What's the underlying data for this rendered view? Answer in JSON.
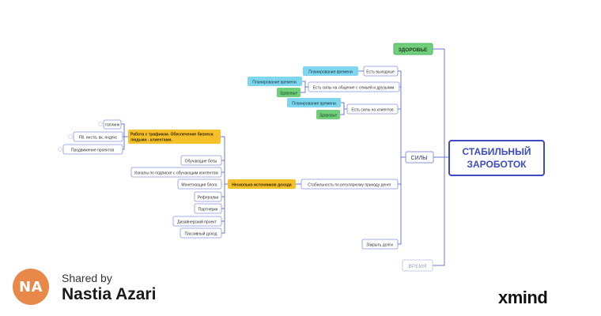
{
  "mindmap": {
    "central": "СТАБИЛЬНЫЙ ЗАРОБОТОК",
    "branches": {
      "health": "ЗДОРОВЬЕ",
      "strength": "СИЛЫ",
      "time": "ВРЕМЯ"
    },
    "strength_items": {
      "weekends": "Есть выходные",
      "family": "Есть силы на общение с семьей и друзьями",
      "clients": "Есть силы на клиентов",
      "stability": "Стабильность по регулярному приходу денег",
      "debts": "Закрыть долги"
    },
    "tags": {
      "time_planning": "Планирование времени",
      "health": "Здоровье"
    },
    "stability_node": "Несколько источников дохода",
    "income_sources": {
      "traffic": "Работа с трафиком. Обеспечение бизнеса людьми - клиентами.",
      "bots": "Обучающие боты",
      "channels": "Каналы по подписке с обучающим контентом",
      "blog": "Монетизация блога",
      "referrals": "Рефералки",
      "partners": "Партнерки",
      "design": "Дизайнерский проект",
      "passive": "Пассивный доход"
    },
    "traffic_items": {
      "taplink": "таплинк",
      "socials": "FB, инста, вк, яндекс",
      "promo": "Продвижение проектов"
    }
  },
  "footer": {
    "shared_by": "Shared by",
    "initials": "NA",
    "author": "Nastia Azari",
    "logo": "xmind"
  },
  "colors": {
    "topic_outline": "#3d4bc7",
    "central_text": "#3d4bc7",
    "lines": "#6b78d6",
    "health_fill": "#6fcf7a",
    "time_planning_fill": "#7fd6ef",
    "stability_fill": "#f5c02a",
    "muted": "#c9cde0"
  }
}
